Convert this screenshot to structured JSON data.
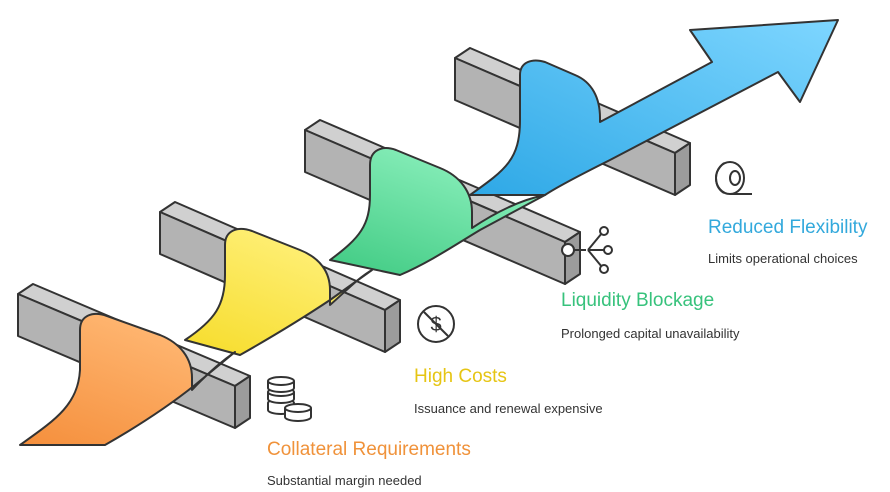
{
  "stages": [
    {
      "title": "Collateral Requirements",
      "description": "Substantial margin needed",
      "icon": "coins-stack-icon",
      "color": "#f59a4c"
    },
    {
      "title": "High Costs",
      "description": "Issuance and renewal expensive",
      "icon": "no-dollar-icon",
      "color": "#fbe33b"
    },
    {
      "title": "Liquidity Blockage",
      "description": "Prolonged capital unavailability",
      "icon": "branching-nodes-icon",
      "color": "#55d292"
    },
    {
      "title": "Reduced Flexibility",
      "description": "Limits operational choices",
      "icon": "roll-icon",
      "color": "#3fb8ec"
    }
  ],
  "colors": {
    "title_orange": "#f0923a",
    "title_yellow": "#e6c514",
    "title_green": "#37c27c",
    "title_blue": "#33a9dc",
    "block_gray": "#b5b5b5",
    "outline": "#333333"
  }
}
